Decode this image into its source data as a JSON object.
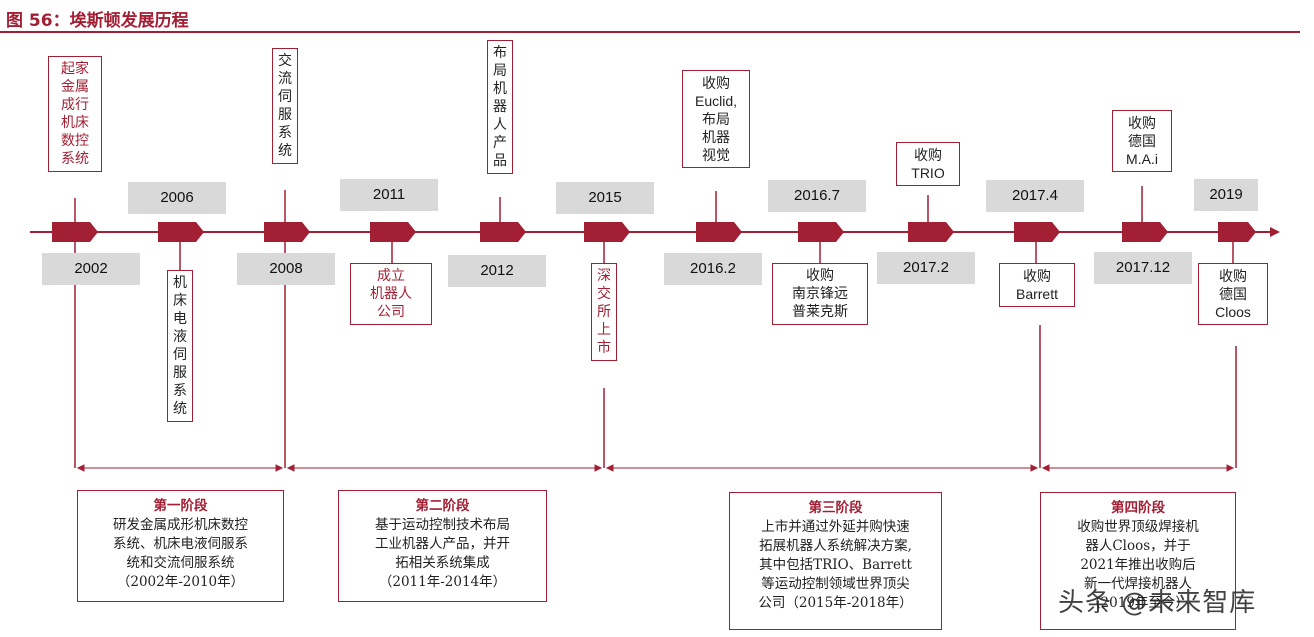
{
  "title": "图 56：埃斯顿发展历程",
  "years": [
    "2002",
    "2006",
    "2008",
    "2011",
    "2012",
    "2015",
    "2016.2",
    "2016.7",
    "2017.2",
    "2017.4",
    "2017.12",
    "2019"
  ],
  "events": {
    "e2002": "起家\n金属\n成行\n机床\n数控\n系统",
    "e2006": "机\n床\n电\n液\n伺\n服\n系\n统",
    "e2008": "交\n流\n伺\n服\n系\n统",
    "e2011": "成立\n机器人\n公司",
    "e2012": "布\n局\n机\n器\n人\n产\n品",
    "e2015": "深\n交\n所\n上\n市",
    "e2016_2": "收购\nEuclid,\n布局\n机器\n视觉",
    "e2016_7": "收购\n南京锋远\n普莱克斯",
    "e2017_2": "收购\nTRIO",
    "e2017_4": "收购\nBarrett",
    "e2017_12": "收购\n德国\nM.A.i",
    "e2019": "收购\n德国\nCloos"
  },
  "phases": [
    {
      "title": "第一阶段",
      "lines": [
        "研发金属成形机床数控",
        "系统、机床电液伺服系",
        "统和交流伺服系统",
        "（2002年-2010年）"
      ]
    },
    {
      "title": "第二阶段",
      "lines": [
        "基于运动控制技术布局",
        "工业机器人产品，并开",
        "拓相关系统集成",
        "（2011年-2014年）"
      ]
    },
    {
      "title": "第三阶段",
      "lines": [
        "上市并通过外延并购快速",
        "拓展机器人系统解决方案,",
        "其中包括TRIO、Barrett",
        "等运动控制领域世界顶尖",
        "公司（2015年-2018年）"
      ]
    },
    {
      "title": "第四阶段",
      "lines": [
        "收购世界顶级焊接机",
        "器人Cloos，并于",
        "2021年推出收购后",
        "新一代焊接机器人",
        "（2019年至今）"
      ]
    }
  ],
  "watermark": "头条 @未来智库",
  "colors": {
    "accent": "#a31f34",
    "year_bg": "#d9d9d9"
  }
}
